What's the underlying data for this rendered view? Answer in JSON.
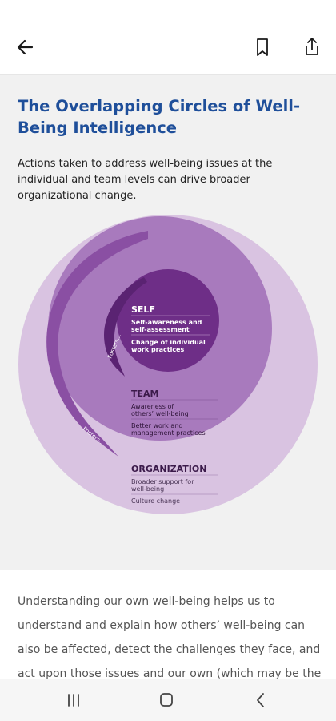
{
  "article": {
    "title": "The Overlapping Circles of Well-Being Intelligence",
    "subtitle": "Actions taken to address well-being issues at the individual and team levels can drive broader organizational change.",
    "body_lines": [
      "Understanding our own well-being helps us to",
      "understand and explain how others’ well-being can",
      "also be affected, detect the challenges they face, and",
      "act upon those issues and our own (which may be the"
    ]
  },
  "diagram": {
    "self": {
      "heading": "SELF",
      "items": [
        "Self-awareness and self-assessment",
        "Change of individual work practices"
      ]
    },
    "team": {
      "heading": "TEAM",
      "items": [
        "Awareness of others’ well-being",
        "Better work and management practices"
      ]
    },
    "organization": {
      "heading": "ORGANIZATION",
      "items": [
        "Broader support for well-being",
        "Culture change"
      ]
    },
    "arrow_labels": [
      "Fosters…",
      "Fosters…"
    ]
  },
  "icons": {
    "back": "arrow-left-icon",
    "bookmark": "bookmark-icon",
    "share": "share-icon",
    "nav_recents": "recents-icon",
    "nav_home": "home-icon",
    "nav_back": "chevron-left-icon"
  },
  "colors": {
    "title": "#1f4f9a",
    "outer_circle": "#d9c3e1",
    "middle_circle": "#a87abd",
    "inner_circle": "#6e2e87",
    "arrow": "#8a4fa3"
  }
}
